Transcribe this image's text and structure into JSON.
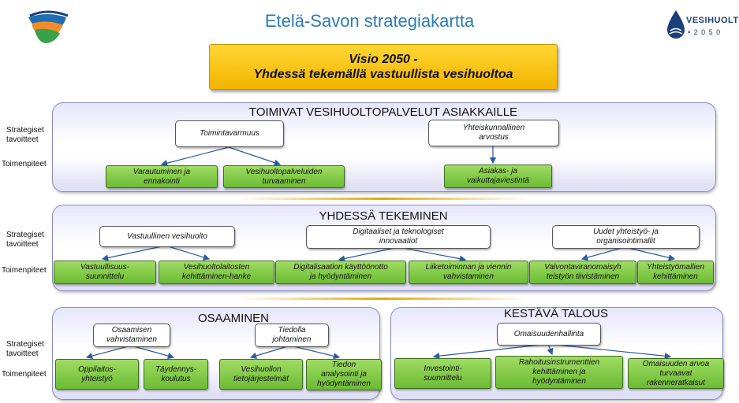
{
  "title": "Etelä-Savon strategiakartta",
  "logo_right": {
    "line1": "VESIHUOLTO",
    "line2": "• 2 0 5 0"
  },
  "vision": {
    "line1": "Visio 2050 -",
    "line2": "Yhdessä tekemällä vastuullista vesihuoltoa"
  },
  "side_labels": {
    "goals_line1": "Strategiset",
    "goals_line2": "tavoitteet",
    "actions": "Toimenpiteet"
  },
  "panel1": {
    "title": "TOIMIVAT VESIHUOLTOPALVELUT ASIAKKAILLE",
    "goal1": "Toimintavarmuus",
    "goal2": {
      "line1": "Yhteiskunnallinen",
      "line2": "arvostus"
    },
    "action1": {
      "line1": "Varautuminen ja",
      "line2": "ennakointi"
    },
    "action2": {
      "line1": "Vesihuoltopalveluiden",
      "line2": "turvaaminen"
    },
    "action3": {
      "line1": "Asiakas- ja",
      "line2": "vaikuttajaviestintä"
    }
  },
  "panel2": {
    "title": "YHDESSÄ TEKEMINEN",
    "goal1": "Vastuullinen vesihuolto",
    "goal2": {
      "line1": "Digitaaliset ja teknologiset",
      "line2": "innovaatiot"
    },
    "goal3": {
      "line1": "Uudet yhteistyö- ja",
      "line2": "organisointimallit"
    },
    "action1": {
      "line1": "Vastuullisuus-",
      "line2": "suunnittelu"
    },
    "action2": {
      "line1": "Vesihuoltolaitosten",
      "line2": "kehittäminen-hanke"
    },
    "action3": {
      "line1": "Digitalisaation käyttöönotto",
      "line2": "ja hyödyntäminen"
    },
    "action4": {
      "line1": "Liiketoiminnan ja viennin",
      "line2": "vahvistaminen"
    },
    "action5": {
      "line1": "Valvontaviranomaisyh",
      "line2": "teistyön tiivistäminen"
    },
    "action6": {
      "line1": "Yhteistyömallien",
      "line2": "kehittäminen"
    }
  },
  "panel3": {
    "title": "OSAAMINEN",
    "goal1": {
      "line1": "Osaamisen",
      "line2": "vahvistaminen"
    },
    "goal2": {
      "line1": "Tiedolla",
      "line2": "johtaminen"
    },
    "action1": {
      "line1": "Oppilaitos-",
      "line2": "yhteistyö"
    },
    "action2": {
      "line1": "Täydennys-",
      "line2": "koulutus"
    },
    "action3": {
      "line1": "Vesihuollon",
      "line2": "tietojärjestelmät"
    },
    "action4": {
      "line1": "Tiedon",
      "line2": "analysointi ja",
      "line3": "hyödyntäminen"
    }
  },
  "panel4": {
    "title": "KESTÄVÄ TALOUS",
    "goal1": "Omaisuudenhallinta",
    "action1": {
      "line1": "Investointi-",
      "line2": "suunnittelu"
    },
    "action2": {
      "line1": "Rahoitusinstrumenttien",
      "line2": "kehittäminen ja",
      "line3": "hyödyntäminen"
    },
    "action3": {
      "line1": "Omaisuuden arvoa",
      "line2": "turvaavat",
      "line3": "rakenneratkaisut"
    }
  },
  "colors": {
    "title": "#2b7ab8",
    "vision": "#f3b400",
    "action": "#7cc43f",
    "panel_border": "#8a8ac2"
  }
}
